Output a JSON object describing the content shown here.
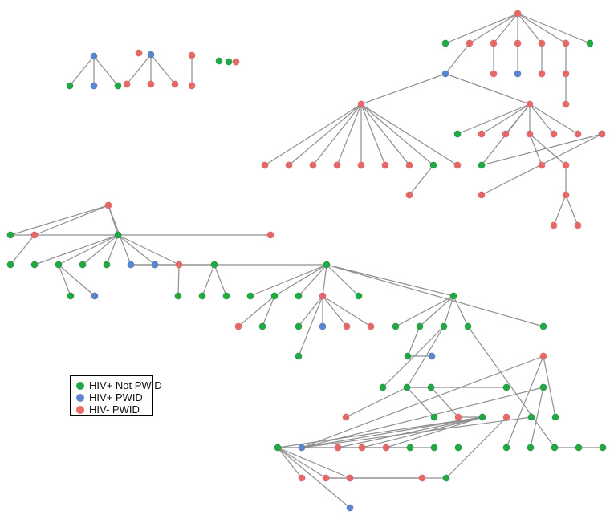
{
  "legend": {
    "items": [
      {
        "label": "HIV+ Not PWID",
        "color": "#22a845",
        "key": "green"
      },
      {
        "label": "HIV+ PWID",
        "color": "#5b86cf",
        "key": "blue"
      },
      {
        "label": "HIV- PWID",
        "color": "#ee6b6b",
        "key": "red"
      }
    ]
  },
  "colors": {
    "green": "#22a845",
    "blue": "#5b86cf",
    "red": "#ee6b6b",
    "edge": "#8f8f8f"
  },
  "network": {
    "node_types": [
      "blue",
      "green",
      "blue",
      "green",
      "red",
      "blue",
      "red",
      "red",
      "red",
      "red",
      "red",
      "green",
      "green",
      "red",
      "red",
      "green",
      "red",
      "red",
      "red",
      "red",
      "red",
      "green",
      "red",
      "red",
      "blue",
      "red",
      "red",
      "red",
      "blue",
      "red",
      "red",
      "red",
      "red",
      "red",
      "red",
      "red",
      "red",
      "red",
      "green",
      "red",
      "red",
      "green",
      "red",
      "red",
      "green",
      "red",
      "red",
      "red",
      "red",
      "red",
      "red",
      "blue",
      "red",
      "red",
      "red",
      "red",
      "red",
      "red",
      "green",
      "red",
      "green",
      "red",
      "green",
      "green",
      "green",
      "green",
      "green",
      "blue",
      "blue",
      "red",
      "green",
      "blue",
      "green",
      "green",
      "green",
      "green",
      "green",
      "green",
      "green",
      "green",
      "red",
      "green",
      "green",
      "green",
      "red",
      "green",
      "green",
      "green",
      "blue",
      "red",
      "red",
      "green",
      "green",
      "green",
      "green",
      "green",
      "blue",
      "green",
      "green",
      "green",
      "green",
      "red",
      "green",
      "red",
      "green",
      "green",
      "blue",
      "red",
      "red",
      "red",
      "green",
      "red",
      "red",
      "red",
      "red",
      "blue",
      "green",
      "green",
      "red",
      "red",
      "green",
      "red",
      "red",
      "green",
      "green",
      "green",
      "green",
      "green",
      "green",
      "green",
      "green"
    ],
    "edges": [
      [
        0,
        1
      ],
      [
        0,
        2
      ],
      [
        0,
        3
      ],
      [
        5,
        6
      ],
      [
        5,
        7
      ],
      [
        5,
        8
      ],
      [
        9,
        10
      ],
      [
        14,
        15
      ],
      [
        14,
        16
      ],
      [
        14,
        17
      ],
      [
        14,
        18
      ],
      [
        14,
        19
      ],
      [
        14,
        20
      ],
      [
        14,
        21
      ],
      [
        17,
        23
      ],
      [
        18,
        24
      ],
      [
        19,
        25
      ],
      [
        20,
        26
      ],
      [
        26,
        27
      ],
      [
        16,
        28
      ],
      [
        28,
        29
      ],
      [
        28,
        30
      ],
      [
        29,
        31
      ],
      [
        29,
        32
      ],
      [
        29,
        33
      ],
      [
        29,
        34
      ],
      [
        29,
        35
      ],
      [
        29,
        36
      ],
      [
        29,
        37
      ],
      [
        29,
        38
      ],
      [
        29,
        39
      ],
      [
        29,
        40
      ],
      [
        38,
        42
      ],
      [
        30,
        41
      ],
      [
        30,
        43
      ],
      [
        30,
        44
      ],
      [
        30,
        45
      ],
      [
        30,
        46
      ],
      [
        30,
        47
      ],
      [
        30,
        48
      ],
      [
        44,
        49
      ],
      [
        49,
        50
      ],
      [
        46,
        52
      ],
      [
        46,
        53
      ],
      [
        53,
        54
      ],
      [
        54,
        55
      ],
      [
        54,
        56
      ],
      [
        57,
        58
      ],
      [
        57,
        59
      ],
      [
        57,
        60
      ],
      [
        57,
        67
      ],
      [
        58,
        61
      ],
      [
        59,
        62
      ],
      [
        60,
        63
      ],
      [
        60,
        64
      ],
      [
        60,
        65
      ],
      [
        60,
        66
      ],
      [
        60,
        68
      ],
      [
        60,
        69
      ],
      [
        64,
        70
      ],
      [
        64,
        71
      ],
      [
        69,
        72
      ],
      [
        67,
        73
      ],
      [
        67,
        74
      ],
      [
        73,
        75
      ],
      [
        73,
        76
      ],
      [
        74,
        77
      ],
      [
        74,
        78
      ],
      [
        74,
        79
      ],
      [
        74,
        80
      ],
      [
        74,
        81
      ],
      [
        74,
        82
      ],
      [
        74,
        83
      ],
      [
        78,
        84
      ],
      [
        78,
        85
      ],
      [
        80,
        86
      ],
      [
        80,
        87
      ],
      [
        80,
        88
      ],
      [
        80,
        89
      ],
      [
        80,
        90
      ],
      [
        82,
        91
      ],
      [
        82,
        92
      ],
      [
        82,
        93
      ],
      [
        82,
        94
      ],
      [
        92,
        95
      ],
      [
        95,
        96
      ],
      [
        93,
        97
      ],
      [
        93,
        98
      ],
      [
        98,
        99
      ],
      [
        98,
        100
      ],
      [
        98,
        101
      ],
      [
        98,
        102
      ],
      [
        99,
        103
      ],
      [
        103,
        104
      ],
      [
        104,
        105
      ],
      [
        104,
        106
      ],
      [
        104,
        107
      ],
      [
        104,
        108
      ],
      [
        104,
        109
      ],
      [
        105,
        110
      ],
      [
        105,
        111
      ],
      [
        105,
        112
      ],
      [
        105,
        113
      ],
      [
        105,
        114
      ],
      [
        105,
        115
      ],
      [
        105,
        116
      ],
      [
        111,
        117
      ],
      [
        112,
        118
      ],
      [
        113,
        119
      ],
      [
        113,
        120
      ],
      [
        120,
        121
      ],
      [
        106,
        122
      ],
      [
        106,
        123
      ],
      [
        106,
        124
      ],
      [
        122,
        125
      ],
      [
        122,
        126
      ],
      [
        123,
        127
      ],
      [
        94,
        128
      ],
      [
        128,
        129
      ],
      [
        129,
        130
      ],
      [
        130,
        131
      ],
      [
        131,
        132
      ],
      [
        131,
        133
      ],
      [
        133,
        134
      ],
      [
        133,
        135
      ],
      [
        133,
        136
      ],
      [
        133,
        137
      ],
      [
        133,
        138
      ]
    ]
  }
}
